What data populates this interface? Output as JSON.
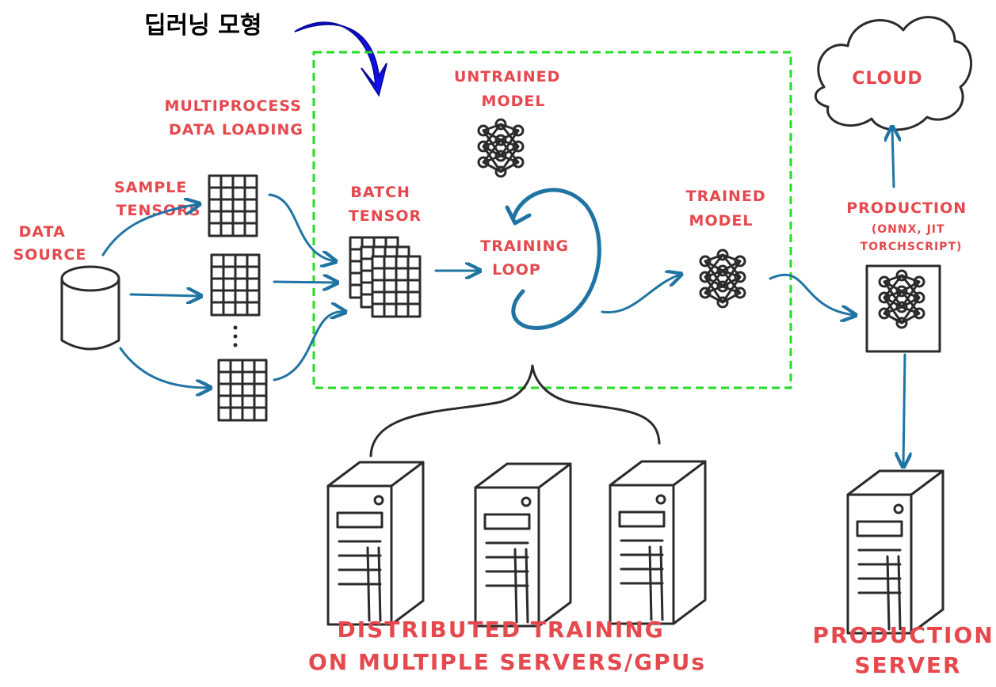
{
  "title_kr": "딥러닝 모형",
  "labels": {
    "multiprocess": [
      "MULTIPROCESS",
      "DATA LOADING"
    ],
    "sample_tensors": [
      "SAMPLE",
      "TENSORS"
    ],
    "data_source": [
      "DATA",
      "SOURCE"
    ],
    "batch_tensor": [
      "BATCH",
      "TENSOR"
    ],
    "untrained_model": [
      "UNTRAINED",
      "MODEL"
    ],
    "training_loop": [
      "TRAINING",
      "LOOP"
    ],
    "trained_model": [
      "TRAINED",
      "MODEL"
    ],
    "production": [
      "PRODUCTION",
      "(ONNX, JIT",
      "TORCHSCRIPT)"
    ],
    "cloud": "CLOUD",
    "distributed": [
      "DISTRIBUTED TRAINING",
      "ON MULTIPLE SERVERS/GPUs"
    ],
    "production_server": [
      "PRODUCTION",
      "SERVER"
    ]
  },
  "colors": {
    "label_red": "#e5484d",
    "arrow_blue": "#1f74a3",
    "dashed_green": "#22dd22",
    "callout_arrow_blue": "#1010ee"
  }
}
